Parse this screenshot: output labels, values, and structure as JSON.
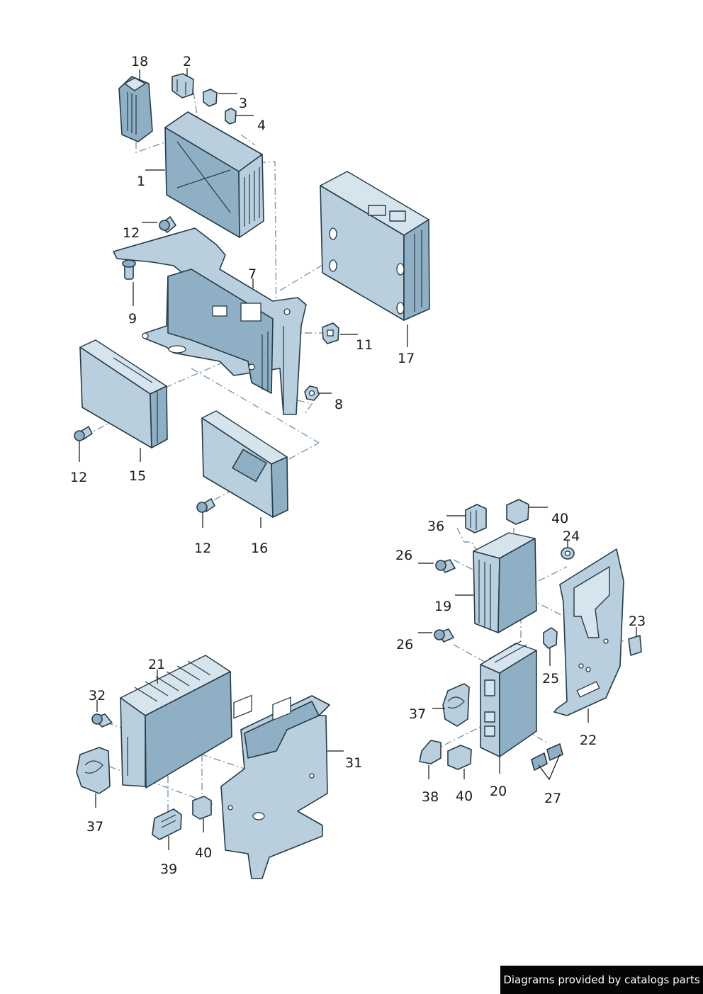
{
  "callouts": {
    "c1": "1",
    "c2": "2",
    "c3": "3",
    "c4": "4",
    "c7": "7",
    "c8": "8",
    "c9": "9",
    "c11": "11",
    "c12a": "12",
    "c12b": "12",
    "c12c": "12",
    "c15": "15",
    "c16": "16",
    "c17": "17",
    "c18": "18",
    "c19": "19",
    "c20": "20",
    "c21": "21",
    "c22": "22",
    "c23": "23",
    "c24": "24",
    "c25": "25",
    "c26a": "26",
    "c26b": "26",
    "c27": "27",
    "c31": "31",
    "c32": "32",
    "c36": "36",
    "c37a": "37",
    "c37b": "37",
    "c38": "38",
    "c39": "39",
    "c40a": "40",
    "c40b": "40",
    "c40c": "40"
  },
  "footer": {
    "text": "Diagrams provided by catalogs parts"
  },
  "colors": {
    "part_fill": "#b9cfdd",
    "outline": "#263a48",
    "footer_bg": "#050505",
    "footer_text": "#ffffff"
  }
}
